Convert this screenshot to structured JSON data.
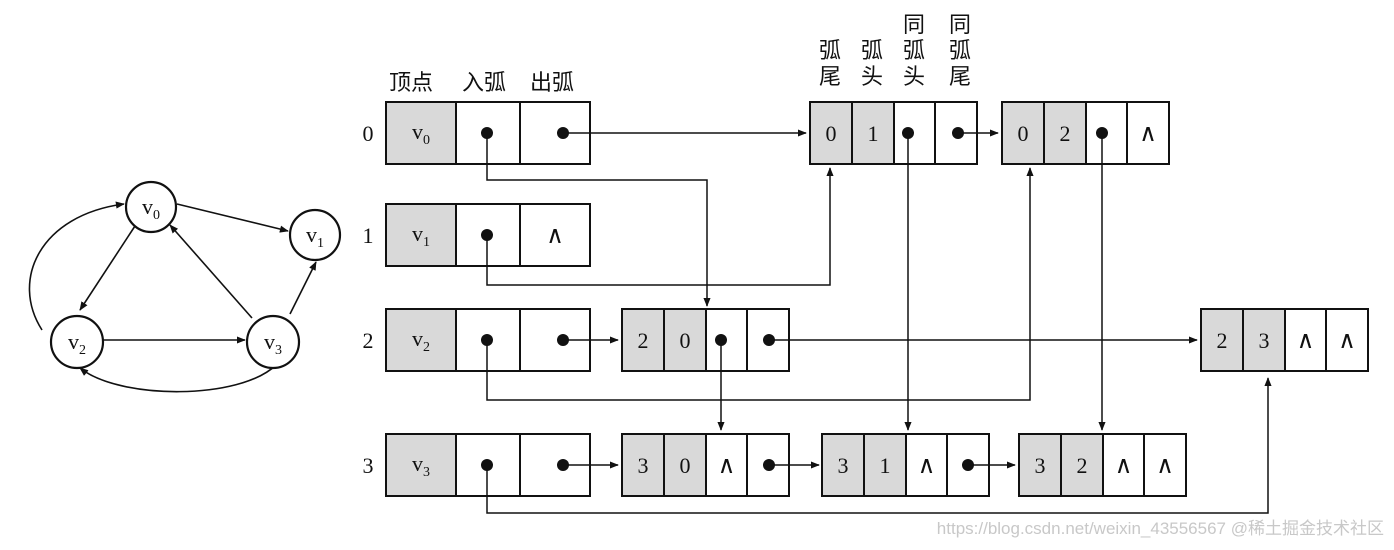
{
  "graph": {
    "vertices": [
      {
        "name": "v",
        "sub": "0"
      },
      {
        "name": "v",
        "sub": "1"
      },
      {
        "name": "v",
        "sub": "2"
      },
      {
        "name": "v",
        "sub": "3"
      }
    ]
  },
  "headers": {
    "vertex": "顶点",
    "in_arc": "入弧",
    "out_arc": "出弧",
    "arc_tail": "弧尾",
    "arc_head": "弧头",
    "same_head": "同弧头",
    "same_tail": "同弧尾"
  },
  "rows": [
    {
      "index": "0",
      "name": "v",
      "sub": "0",
      "first_out_null": false
    },
    {
      "index": "1",
      "name": "v",
      "sub": "1",
      "first_out_null": true
    },
    {
      "index": "2",
      "name": "v",
      "sub": "2",
      "first_out_null": false
    },
    {
      "index": "3",
      "name": "v",
      "sub": "3",
      "first_out_null": false
    }
  ],
  "arcs": [
    {
      "tail": "0",
      "head": "1"
    },
    {
      "tail": "0",
      "head": "2"
    },
    {
      "tail": "2",
      "head": "0"
    },
    {
      "tail": "3",
      "head": "0"
    },
    {
      "tail": "3",
      "head": "1"
    },
    {
      "tail": "3",
      "head": "2"
    },
    {
      "tail": "2",
      "head": "3"
    }
  ],
  "null_symbol": "∧",
  "watermark": "https://blog.csdn.net/weixin_43556567   @稀土掘金技术社区"
}
